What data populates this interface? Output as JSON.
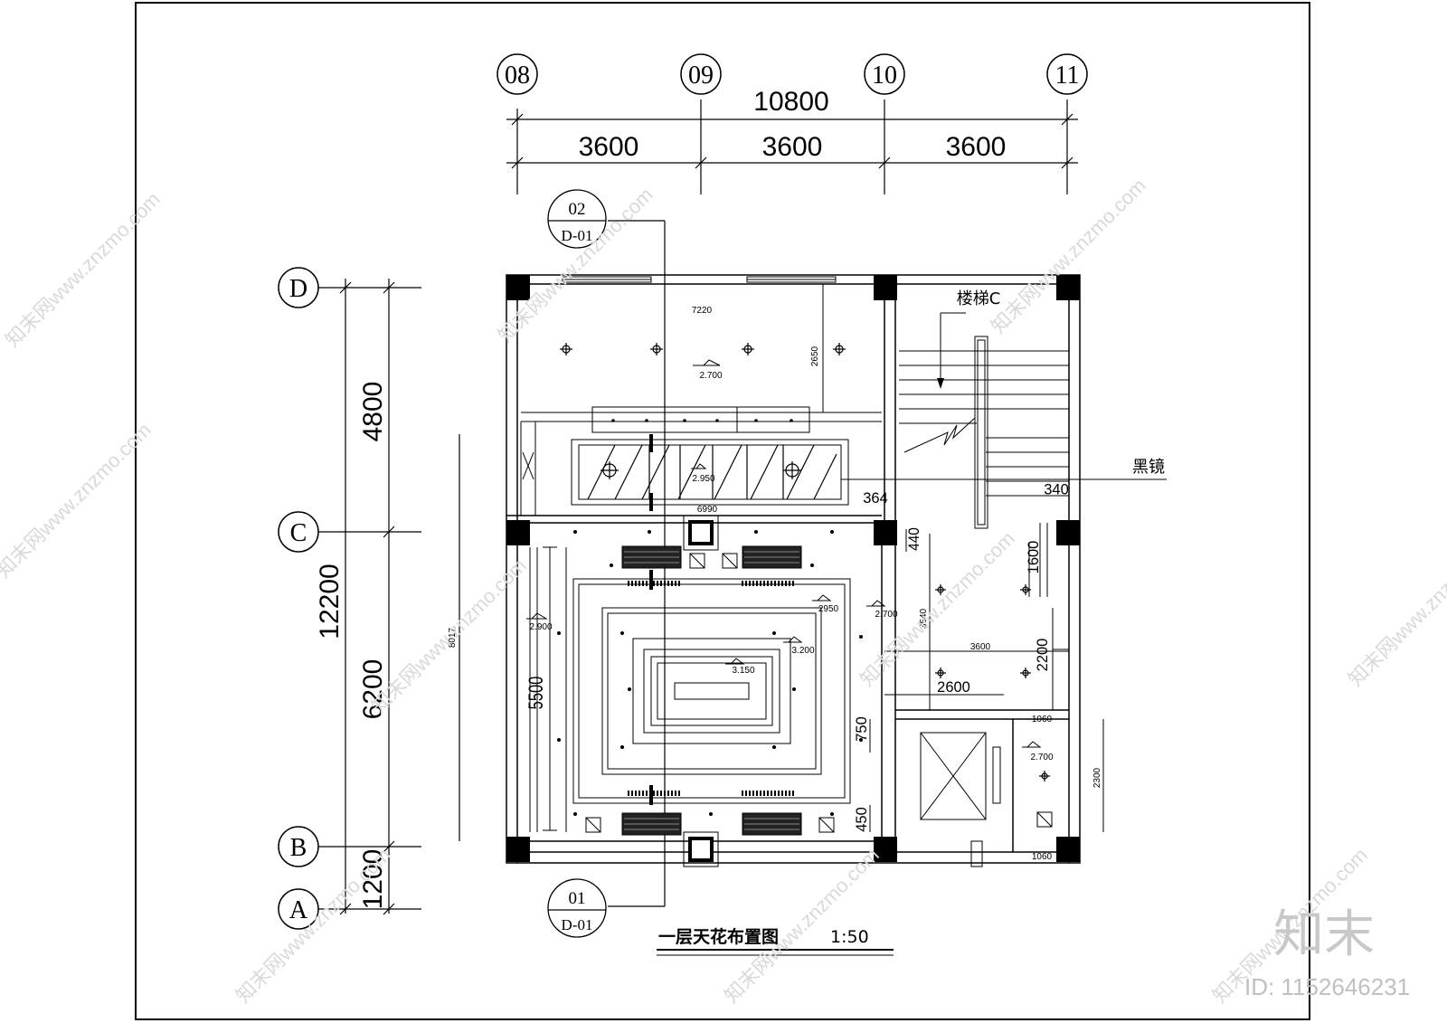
{
  "drawing": {
    "title": "一层天花布置图",
    "scale": "1:50"
  },
  "grid_axes": {
    "columns": [
      "08",
      "09",
      "10",
      "11"
    ],
    "rows": [
      "D",
      "C",
      "B",
      "A"
    ]
  },
  "dimensions": {
    "top_total": "10800",
    "top_spans": [
      "3600",
      "3600",
      "3600"
    ],
    "left_total": "12200",
    "left_spans": [
      "4800",
      "6200",
      "1200"
    ],
    "left_inner": "8017",
    "inner_5500": "5500",
    "d7220": "7220",
    "d2650": "2650",
    "d6990": "6990",
    "d364": "364",
    "d340": "340",
    "d440": "440",
    "d1600": "1600",
    "d3540": "3540",
    "d3600": "3600",
    "d2200": "2200",
    "d2600": "2600",
    "d750": "750",
    "d450": "450",
    "d1060a": "1060",
    "d1060b": "1060",
    "d2300": "2300"
  },
  "levels": {
    "l1": "2.700",
    "l2": "2.950",
    "l3": "2.900",
    "l4": "2950",
    "l5": "2.700",
    "l6": "3.200",
    "l7": "3.150",
    "l8": "2.700"
  },
  "section_marks": [
    {
      "num": "02",
      "sheet": "D-01"
    },
    {
      "num": "01",
      "sheet": "D-01"
    }
  ],
  "labels": {
    "stair": "楼梯C",
    "black_mirror": "黑镜"
  },
  "watermark": {
    "text": "知末网www.znzmo.com",
    "brand": "知末",
    "id": "ID: 1152646231"
  }
}
